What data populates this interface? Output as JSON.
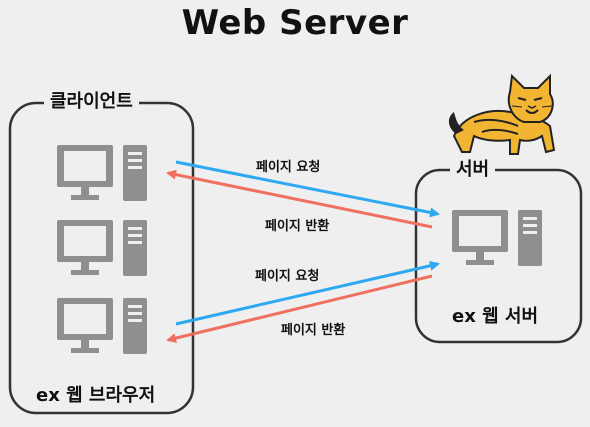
{
  "title": "Web Server",
  "client": {
    "label": "클라이언트",
    "browser_label": "ex 웹 브라우저"
  },
  "server": {
    "label": "서버",
    "name_label": "ex 웹 서버"
  },
  "arrows": {
    "request_1": "페이지 요청",
    "response_1": "페이지 반환",
    "request_2": "페이지 요청",
    "response_2": "페이지 반환"
  },
  "colors": {
    "request": "#2ea8f0",
    "response": "#f07060",
    "box_stroke": "#333333",
    "computer_fill": "#8f8f8f",
    "mascot_fill": "#f2b531"
  },
  "icons": {
    "computer": "desktop-computer-icon",
    "mascot": "tomcat-cat-icon"
  }
}
